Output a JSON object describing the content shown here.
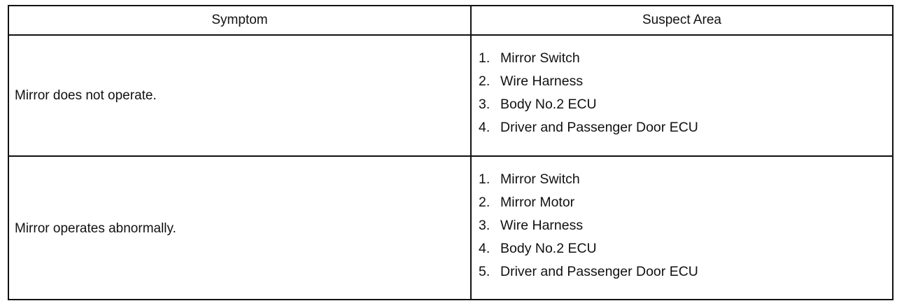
{
  "table": {
    "headers": {
      "symptom": "Symptom",
      "suspect_area": "Suspect Area"
    },
    "rows": [
      {
        "symptom": "Mirror does not operate.",
        "suspect_areas": [
          {
            "num": "1.",
            "text": "Mirror Switch"
          },
          {
            "num": "2.",
            "text": "Wire Harness"
          },
          {
            "num": "3.",
            "text": "Body No.2 ECU"
          },
          {
            "num": "4.",
            "text": "Driver and Passenger Door ECU"
          }
        ]
      },
      {
        "symptom": "Mirror operates abnormally.",
        "suspect_areas": [
          {
            "num": "1.",
            "text": "Mirror Switch"
          },
          {
            "num": "2.",
            "text": "Mirror Motor"
          },
          {
            "num": "3.",
            "text": "Wire Harness"
          },
          {
            "num": "4.",
            "text": "Body No.2 ECU"
          },
          {
            "num": "5.",
            "text": "Driver and Passenger Door ECU"
          }
        ]
      }
    ]
  }
}
